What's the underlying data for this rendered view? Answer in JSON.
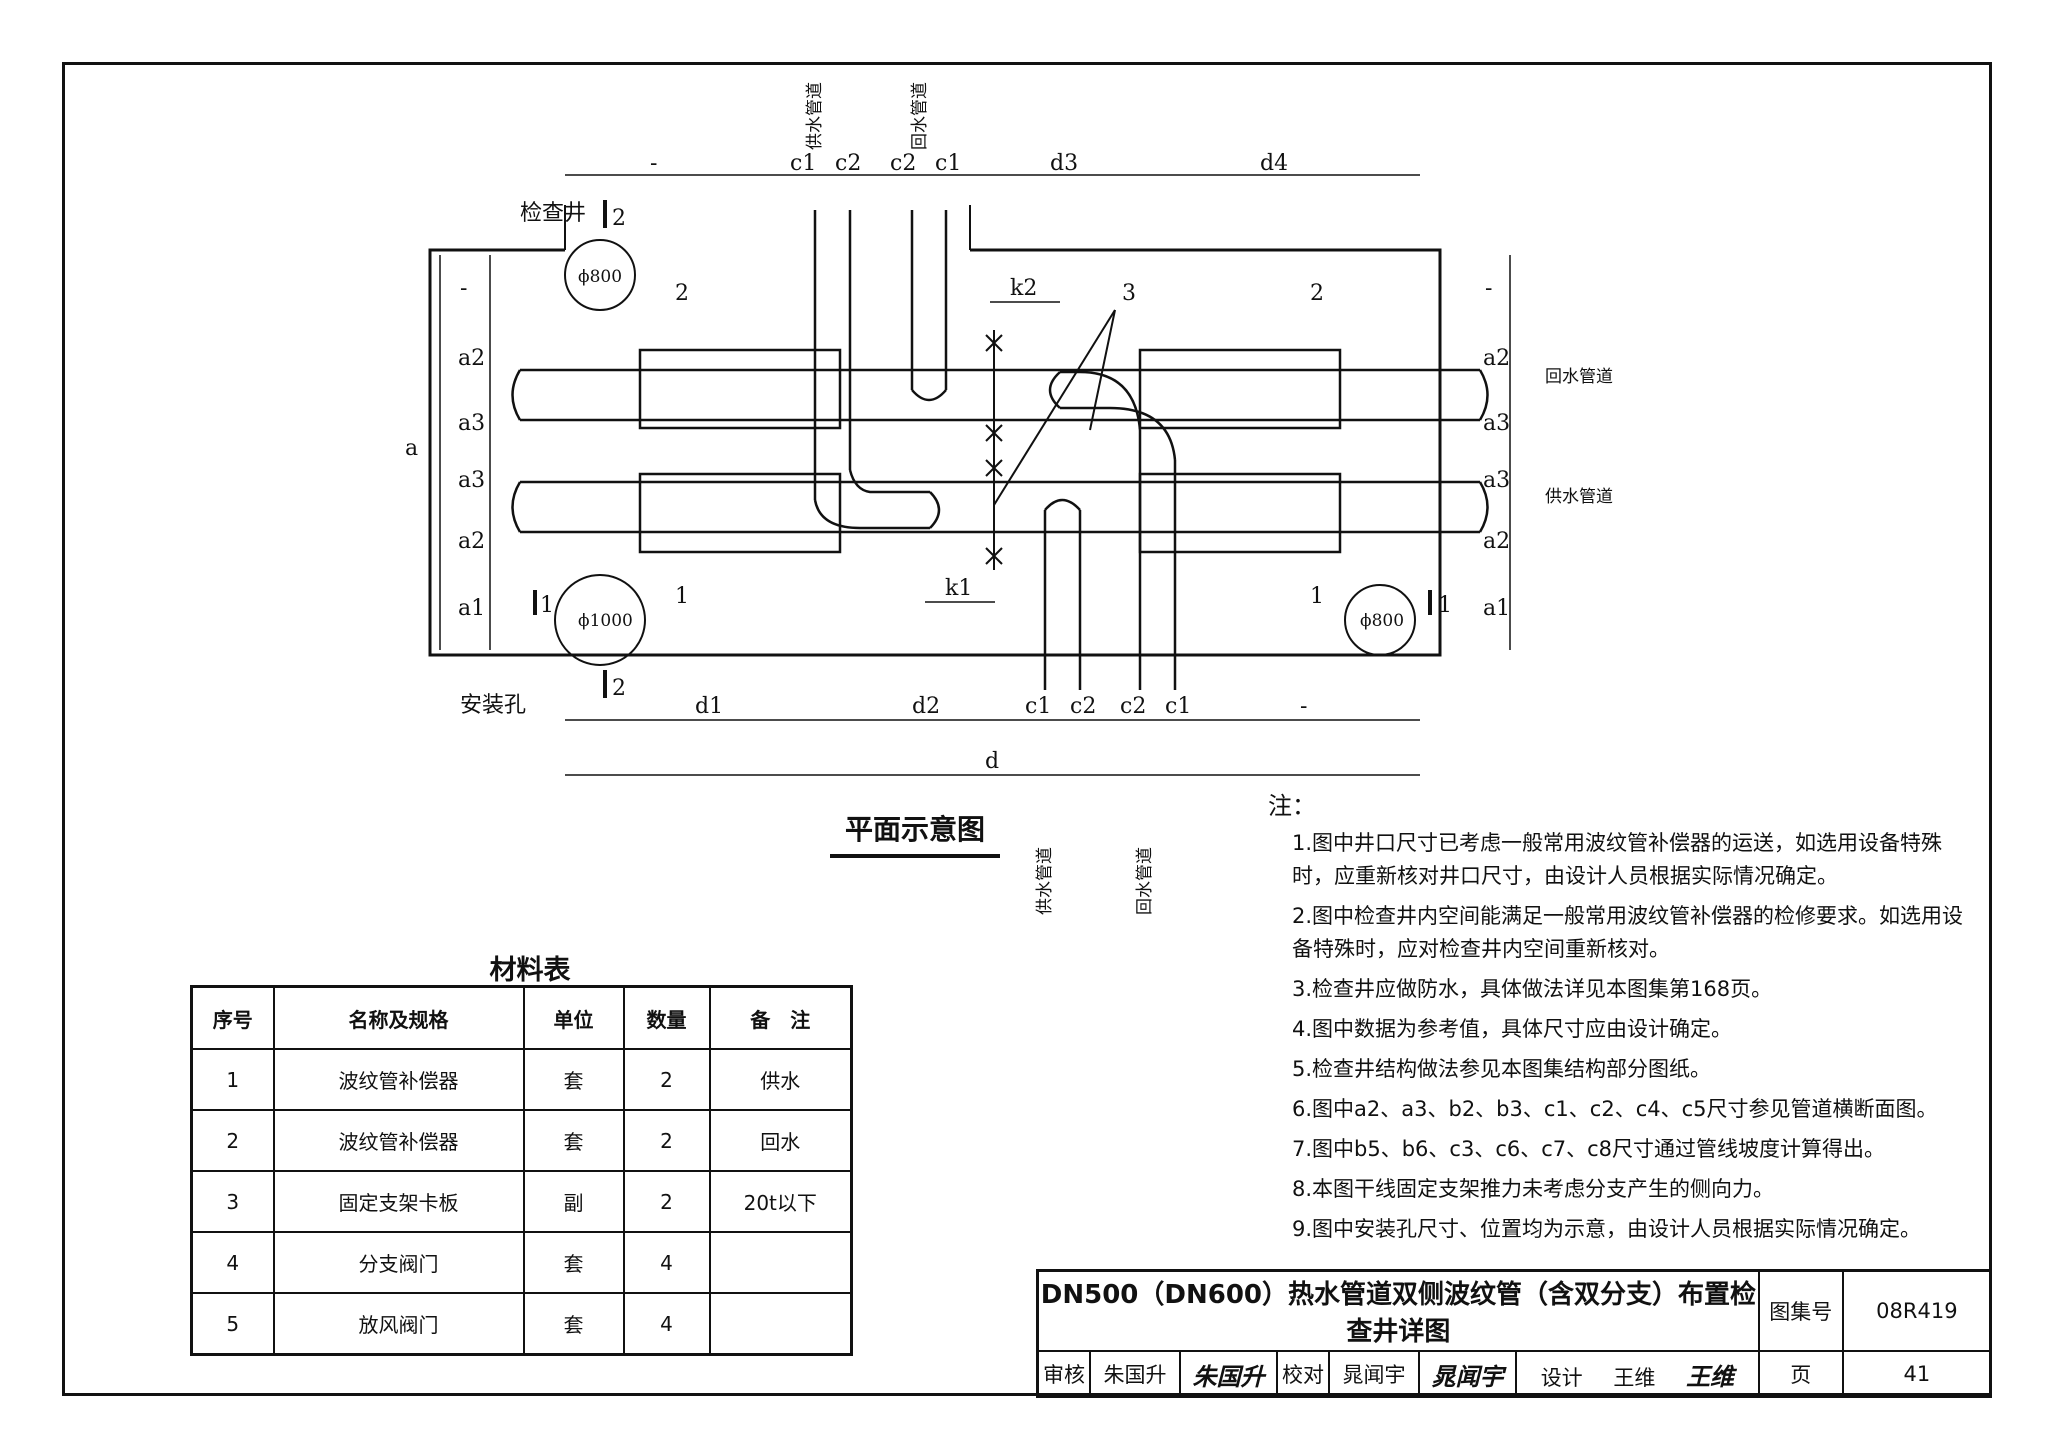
{
  "plan": {
    "title": "平面示意图",
    "dims_top": [
      "-",
      "c1",
      "c2",
      "c2",
      "c1",
      "d3",
      "d4"
    ],
    "dims_bottom": [
      "d1",
      "d2",
      "c1",
      "c2",
      "c2",
      "c1",
      "-"
    ],
    "dim_total": "d",
    "dims_left_outer": "a",
    "dims_left": [
      "-",
      "a2",
      "a3",
      "a3",
      "a2",
      "a1"
    ],
    "dims_right": [
      "-",
      "a2",
      "a3",
      "a3",
      "a2",
      "a1"
    ],
    "k1": "k1",
    "k2": "k2",
    "well_label": "检查井",
    "install_hole_label": "安装孔",
    "section_mark_1": "1",
    "section_mark_2": "2",
    "hole_small": "ϕ800",
    "hole_large": "ϕ1000",
    "callouts": [
      "1",
      "2",
      "3"
    ],
    "pipe_return": "回水管道",
    "pipe_supply": "供水管道",
    "branch_supply": "供水管道",
    "branch_return": "回水管道"
  },
  "materials": {
    "title": "材料表",
    "headers": [
      "序号",
      "名称及规格",
      "单位",
      "数量",
      "备　注"
    ],
    "rows": [
      [
        "1",
        "波纹管补偿器",
        "套",
        "2",
        "供水"
      ],
      [
        "2",
        "波纹管补偿器",
        "套",
        "2",
        "回水"
      ],
      [
        "3",
        "固定支架卡板",
        "副",
        "2",
        "20t以下"
      ],
      [
        "4",
        "分支阀门",
        "套",
        "4",
        ""
      ],
      [
        "5",
        "放风阀门",
        "套",
        "4",
        ""
      ]
    ]
  },
  "notes": {
    "title": "注：",
    "items": [
      "1.图中井口尺寸已考虑一般常用波纹管补偿器的运送，如选用设备特殊时，应重新核对井口尺寸，由设计人员根据实际情况确定。",
      "2.图中检查井内空间能满足一般常用波纹管补偿器的检修要求。如选用设备特殊时，应对检查井内空间重新核对。",
      "3.检查井应做防水，具体做法详见本图集第168页。",
      "4.图中数据为参考值，具体尺寸应由设计确定。",
      "5.检查井结构做法参见本图集结构部分图纸。",
      "6.图中a2、a3、b2、b3、c1、c2、c4、c5尺寸参见管道横断面图。",
      "7.图中b5、b6、c3、c6、c7、c8尺寸通过管线坡度计算得出。",
      "8.本图干线固定支架推力未考虑分支产生的侧向力。",
      "9.图中安装孔尺寸、位置均为示意，由设计人员根据实际情况确定。"
    ]
  },
  "titleblock": {
    "title": "DN500（DN600）热水管道双侧波纹管（含双分支）布置检查井详图",
    "atlas_label": "图集号",
    "atlas_no": "08R419",
    "review_label": "审核",
    "reviewer": "朱国升",
    "reviewer_sig": "朱国升",
    "check_label": "校对",
    "checker": "晁闻宇",
    "checker_sig": "晁闻宇",
    "design_label": "设计",
    "designer": "王维",
    "designer_sig": "王维",
    "page_label": "页",
    "page_no": "41"
  }
}
